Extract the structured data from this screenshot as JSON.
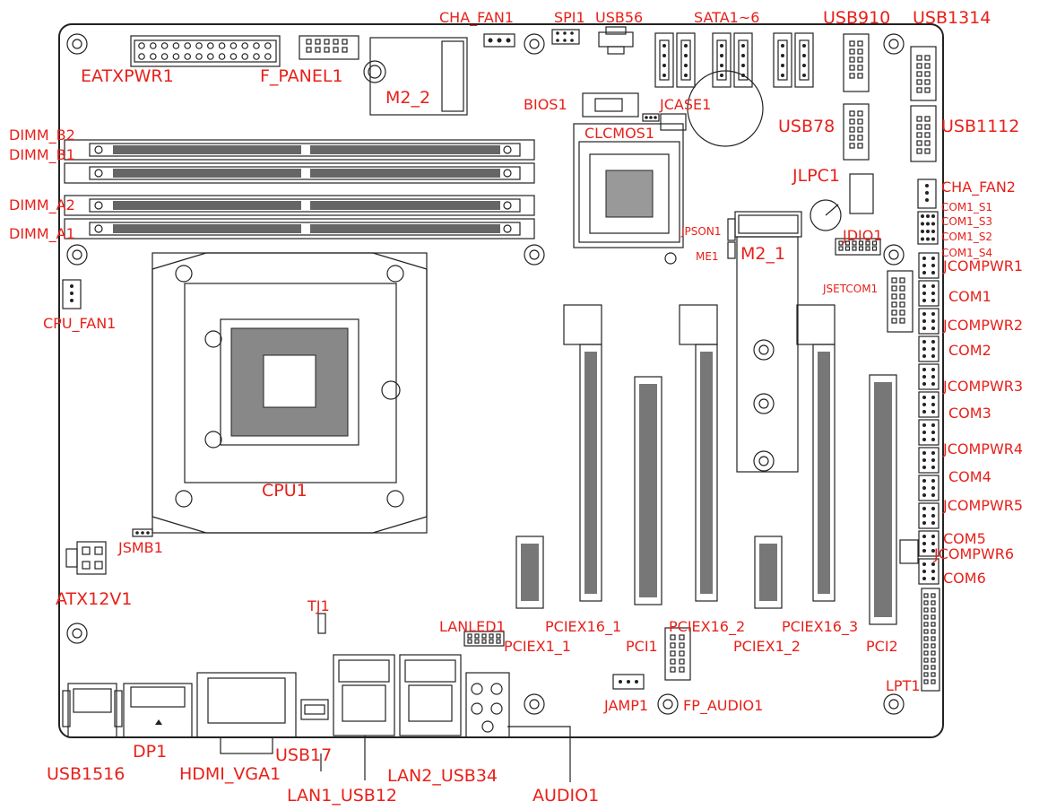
{
  "labels": {
    "cha_fan1": "CHA_FAN1",
    "spi1": "SPI1",
    "usb56": "USB56",
    "sata": "SATA1~6",
    "usb910": "USB910",
    "usb1314": "USB1314",
    "eatxpwr1": "EATXPWR1",
    "f_panel1": "F_PANEL1",
    "m2_2": "M2_2",
    "bios1": "BIOS1",
    "jcase1": "JCASE1",
    "clcmos1": "CLCMOS1",
    "usb78": "USB78",
    "usb1112": "USB1112",
    "dimm_b2": "DIMM_B2",
    "dimm_b1": "DIMM_B1",
    "dimm_a2": "DIMM_A2",
    "dimm_a1": "DIMM_A1",
    "jlpc1": "JLPC1",
    "cha_fan2": "CHA_FAN2",
    "com1_s1": "COM1_S1",
    "com1_s3": "COM1_S3",
    "com1_s2": "COM1_S2",
    "com1_s4": "COM1_S4",
    "jpson1": "JPSON1",
    "me1": "ME1",
    "m2_1": "M2_1",
    "jdio1": "JDIO1",
    "jcompwr1": "JCOMPWR1",
    "jsetcom1": "JSETCOM1",
    "com1": "COM1",
    "jcompwr2": "JCOMPWR2",
    "com2": "COM2",
    "jcompwr3": "JCOMPWR3",
    "com3": "COM3",
    "jcompwr4": "JCOMPWR4",
    "com4": "COM4",
    "jcompwr5": "JCOMPWR5",
    "com5": "COM5",
    "jcompwr6": "JCOMPWR6",
    "com6": "COM6",
    "cpu_fan1": "CPU_FAN1",
    "cpu1": "CPU1",
    "jsmb1": "JSMB1",
    "atx12v1": "ATX12V1",
    "tj1": "TJ1",
    "lanled1": "LANLED1",
    "pciex1_1": "PCIEX1_1",
    "pciex16_1": "PCIEX16_1",
    "pci1": "PCI1",
    "pciex16_2": "PCIEX16_2",
    "pciex1_2": "PCIEX1_2",
    "pciex16_3": "PCIEX16_3",
    "pci2": "PCI2",
    "lpt1": "LPT1",
    "jamp1": "JAMP1",
    "fp_audio1": "FP_AUDIO1",
    "dp1": "DP1",
    "usb17": "USB17",
    "usb1516": "USB1516",
    "hdmi_vga1": "HDMI_VGA1",
    "lan2_usb34": "LAN2_USB34",
    "lan1_usb12": "LAN1_USB12",
    "audio1": "AUDIO1"
  },
  "colors": {
    "label": "#e8201a",
    "line": "#222222",
    "background": "#ffffff"
  }
}
